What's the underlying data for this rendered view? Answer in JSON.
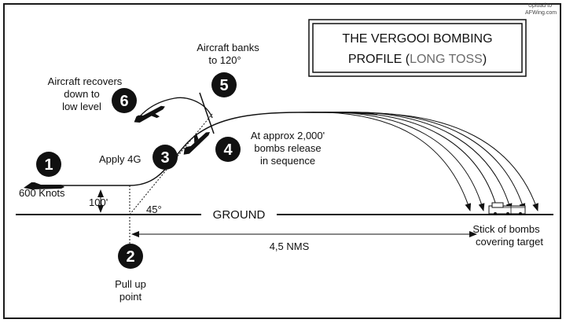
{
  "watermark": {
    "line1": "Upload to",
    "line2": "AFWing.com"
  },
  "title": {
    "line1": "THE VERGOOI BOMBING",
    "line2_main": "PROFILE (",
    "line2_muted": "LONG TOSS",
    "line2_end": ")"
  },
  "ground_label": "GROUND",
  "steps": [
    {
      "number": "1",
      "text": [
        "600 Knots"
      ]
    },
    {
      "number": "2",
      "text": [
        "Pull up",
        "point"
      ]
    },
    {
      "number": "3",
      "text": [
        "Apply 4G"
      ]
    },
    {
      "number": "4",
      "text": [
        "At approx 2,000'",
        "bombs release",
        "in sequence"
      ]
    },
    {
      "number": "5",
      "text": [
        "Aircraft banks",
        "to 120°"
      ]
    },
    {
      "number": "6",
      "text": [
        "Aircraft recovers",
        "down to",
        "low level"
      ]
    }
  ],
  "altitude_label": "100'",
  "angle_label": "45°",
  "distance_label": "4,5 NMS",
  "target_label": [
    "Stick of bombs",
    "covering target"
  ],
  "colors": {
    "ink": "#111111",
    "muted": "#6b6b6b",
    "background": "#ffffff"
  }
}
